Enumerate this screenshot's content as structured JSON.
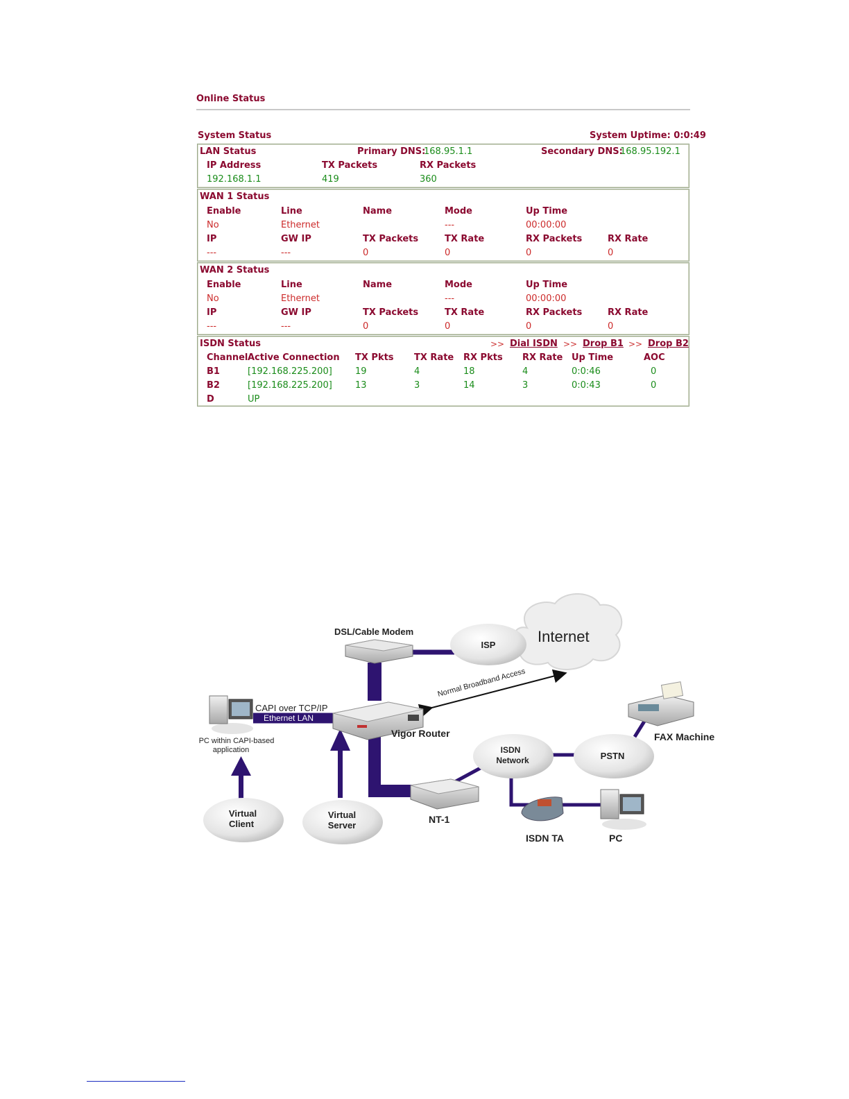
{
  "page": {
    "title": "Online Status"
  },
  "system": {
    "label": "System Status",
    "uptime": "System Uptime: 0:0:49"
  },
  "lan": {
    "title": "LAN Status",
    "primary_dns_label": "Primary DNS:",
    "primary_dns": "168.95.1.1",
    "secondary_dns_label": "Secondary DNS:",
    "secondary_dns": "168.95.192.1",
    "headers": [
      "IP Address",
      "TX Packets",
      "RX Packets"
    ],
    "values": [
      "192.168.1.1",
      "419",
      "360"
    ]
  },
  "wan1": {
    "title": "WAN 1 Status",
    "headers1": [
      "Enable",
      "Line",
      "Name",
      "Mode",
      "Up Time"
    ],
    "values1": [
      "No",
      "Ethernet",
      "",
      "---",
      "00:00:00"
    ],
    "headers2": [
      "IP",
      "GW IP",
      "TX Packets",
      "TX Rate",
      "RX Packets",
      "RX Rate"
    ],
    "values2": [
      "---",
      "---",
      "0",
      "0",
      "0",
      "0"
    ]
  },
  "wan2": {
    "title": "WAN 2 Status",
    "headers1": [
      "Enable",
      "Line",
      "Name",
      "Mode",
      "Up Time"
    ],
    "values1": [
      "No",
      "Ethernet",
      "",
      "---",
      "00:00:00"
    ],
    "headers2": [
      "IP",
      "GW IP",
      "TX Packets",
      "TX Rate",
      "RX Packets",
      "RX Rate"
    ],
    "values2": [
      "---",
      "---",
      "0",
      "0",
      "0",
      "0"
    ]
  },
  "isdn": {
    "title": "ISDN Status",
    "arrows": ">>",
    "dial": "Dial ISDN",
    "drop_b1": "Drop B1",
    "drop_b2": "Drop B2",
    "headers": [
      "Channel",
      "Active Connection",
      "TX Pkts",
      "TX Rate",
      "RX Pkts",
      "RX Rate",
      "Up Time",
      "AOC"
    ],
    "rows": [
      [
        "B1",
        "[192.168.225.200]",
        "19",
        "4",
        "18",
        "4",
        "0:0:46",
        "0"
      ],
      [
        "B2",
        "[192.168.225.200]",
        "13",
        "3",
        "14",
        "3",
        "0:0:43",
        "0"
      ],
      [
        "D",
        "UP",
        "",
        "",
        "",
        "",
        "",
        ""
      ]
    ]
  },
  "diagram": {
    "dsl_modem": "DSL/Cable Modem",
    "isp": "ISP",
    "internet": "Internet",
    "broadband": "Normal Broadband Access",
    "capi": "CAPI over TCP/IP",
    "ethernet_lan": "Ethernet LAN",
    "pc_capi_1": "PC within CAPI-based",
    "pc_capi_2": "application",
    "vigor": "Vigor Router",
    "isdn_network_1": "ISDN",
    "isdn_network_2": "Network",
    "pstn": "PSTN",
    "fax": "FAX Machine",
    "virtual_client_1": "Virtual",
    "virtual_client_2": "Client",
    "virtual_server_1": "Virtual",
    "virtual_server_2": "Server",
    "nt1": "NT-1",
    "isdn_ta": "ISDN TA",
    "pc": "PC",
    "line_color": "#2e1470"
  }
}
